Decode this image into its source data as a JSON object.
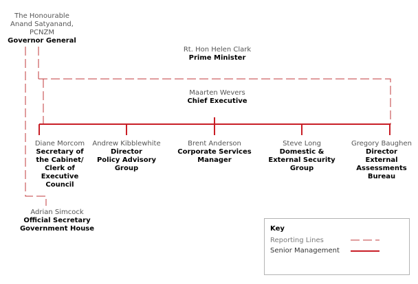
{
  "colors": {
    "reporting_line": "#c0393b",
    "senior_line": "#c81d25",
    "name_text": "#555555",
    "title_text": "#000000",
    "key_border": "#b3b3b3"
  },
  "people": {
    "governor_general": {
      "name": "The Honourable\nAnand Satyanand,\nPCNZM",
      "title": "Governor General"
    },
    "prime_minister": {
      "name": "Rt. Hon Helen Clark",
      "title": "Prime Minister"
    },
    "chief_executive": {
      "name": "Maarten Wevers",
      "title": "Chief Executive"
    },
    "secretary_cabinet": {
      "name": "Diane Morcom",
      "title": "Secretary of\nthe Cabinet/\nClerk of\nExecutive\nCouncil"
    },
    "policy_advisory": {
      "name": "Andrew Kibblewhite",
      "title": "Director\nPolicy Advisory\nGroup"
    },
    "corporate_services": {
      "name": "Brent Anderson",
      "title": "Corporate Services\nManager"
    },
    "security_intelligence": {
      "name": "Steve Long",
      "title": "Domestic &\nExternal Security\nGroup"
    },
    "external_assessments": {
      "name": "Gregory Baughen",
      "title": "Director\nExternal\nAssessments\nBureau"
    },
    "official_secretary": {
      "name": "Adrian Simcock",
      "title": "Official Secretary\nGovernment House"
    }
  },
  "key": {
    "title": "Key",
    "reporting_lines": "Reporting Lines",
    "senior_management": "Senior Management"
  }
}
